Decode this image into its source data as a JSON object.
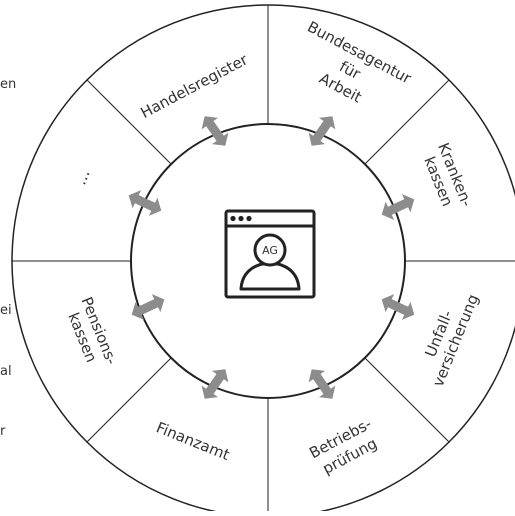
{
  "center": {
    "icon": "browser-user-icon",
    "badge": "AG"
  },
  "segments": [
    {
      "id": "handelsregister",
      "lines": [
        "Handelsregister"
      ]
    },
    {
      "id": "bundesagentur",
      "lines": [
        "Bundesagentur",
        "für",
        "Arbeit"
      ]
    },
    {
      "id": "krankenkassen",
      "lines": [
        "Kranken-",
        "kassen"
      ]
    },
    {
      "id": "unfallversicherung",
      "lines": [
        "Unfall-",
        "versicherung"
      ]
    },
    {
      "id": "betriebspruefung",
      "lines": [
        "Betriebs-",
        "prüfung"
      ]
    },
    {
      "id": "finanzamt",
      "lines": [
        "Finanzamt"
      ]
    },
    {
      "id": "pensionskassen",
      "lines": [
        "Pensions-",
        "kassen"
      ]
    },
    {
      "id": "more",
      "lines": [
        "..."
      ]
    }
  ],
  "cut_off_text": [
    "en",
    "ei",
    "al",
    "r"
  ],
  "colors": {
    "ring_stroke": "#222222",
    "arrow_fill": "#8c8c8c",
    "text": "#333333"
  },
  "icons": {
    "arrow": "double-arrow-icon"
  }
}
